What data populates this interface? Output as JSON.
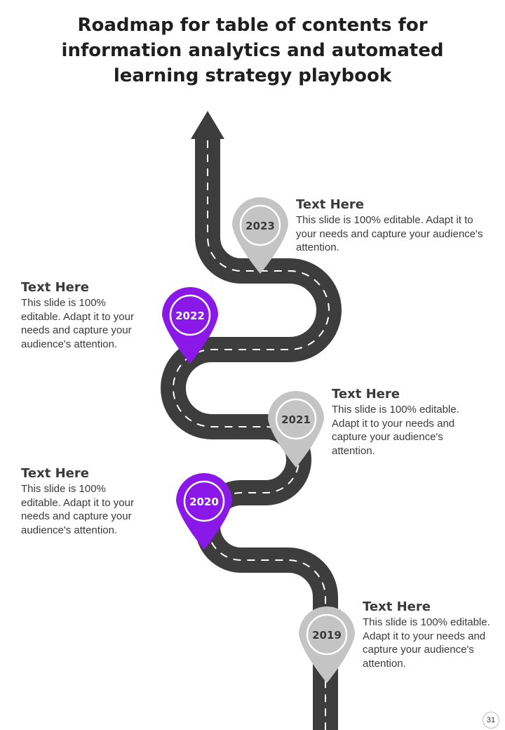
{
  "title": "Roadmap for table of contents for information analytics and automated learning strategy playbook",
  "page_number": "31",
  "colors": {
    "road": "#3d3d3d",
    "purple": "#8a18e8",
    "gray": "#c4c4c4",
    "text": "#3a3a3a"
  },
  "milestones": [
    {
      "year": "2023",
      "color": "gray",
      "heading": "Text Here",
      "body": "This slide is 100% editable. Adapt it to your needs and capture your audience's attention."
    },
    {
      "year": "2022",
      "color": "purple",
      "heading": "Text Here",
      "body": "This slide is 100% editable. Adapt it to your needs and capture your audience's attention."
    },
    {
      "year": "2021",
      "color": "gray",
      "heading": "Text Here",
      "body": "This slide is 100% editable. Adapt it to your needs and capture your audience's attention."
    },
    {
      "year": "2020",
      "color": "purple",
      "heading": "Text Here",
      "body": "This slide is 100% editable. Adapt it to your needs and capture your audience's attention."
    },
    {
      "year": "2019",
      "color": "gray",
      "heading": "Text Here",
      "body": "This slide is 100% editable. Adapt it to your needs and capture your audience's attention."
    }
  ]
}
